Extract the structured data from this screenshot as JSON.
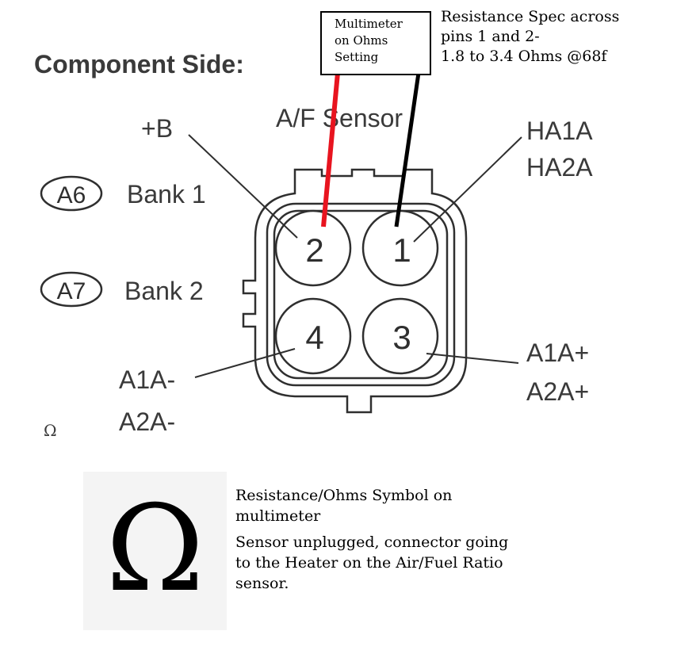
{
  "heading": "Component Side:",
  "sensor_label": "A/F Sensor",
  "pins": [
    "2",
    "1",
    "4",
    "3"
  ],
  "wire_labels": {
    "b_plus": "+B",
    "ha1a": "HA1A",
    "ha2a": "HA2A",
    "a1a_plus": "A1A+",
    "a2a_plus": "A2A+",
    "a1a_minus": "A1A-",
    "a2a_minus": "A2A-"
  },
  "banks": [
    {
      "code": "A6",
      "label": "Bank 1"
    },
    {
      "code": "A7",
      "label": "Bank 2"
    }
  ],
  "stray_glyph": "Ω",
  "multimeter_note": [
    "Multimeter",
    "on Ohms",
    "Setting"
  ],
  "spec_note": [
    "Resistance Spec across",
    "pins 1 and 2-",
    "1.8 to 3.4 Ohms @68f"
  ],
  "probe_colors": {
    "red": "#e8141f",
    "black": "#000000"
  },
  "omega_symbol": "Ω",
  "omega_caption": "Resistance/Ohms Symbol on multimeter",
  "omega_note": "Sensor unplugged, connector going to the Heater on the Air/Fuel Ratio sensor."
}
